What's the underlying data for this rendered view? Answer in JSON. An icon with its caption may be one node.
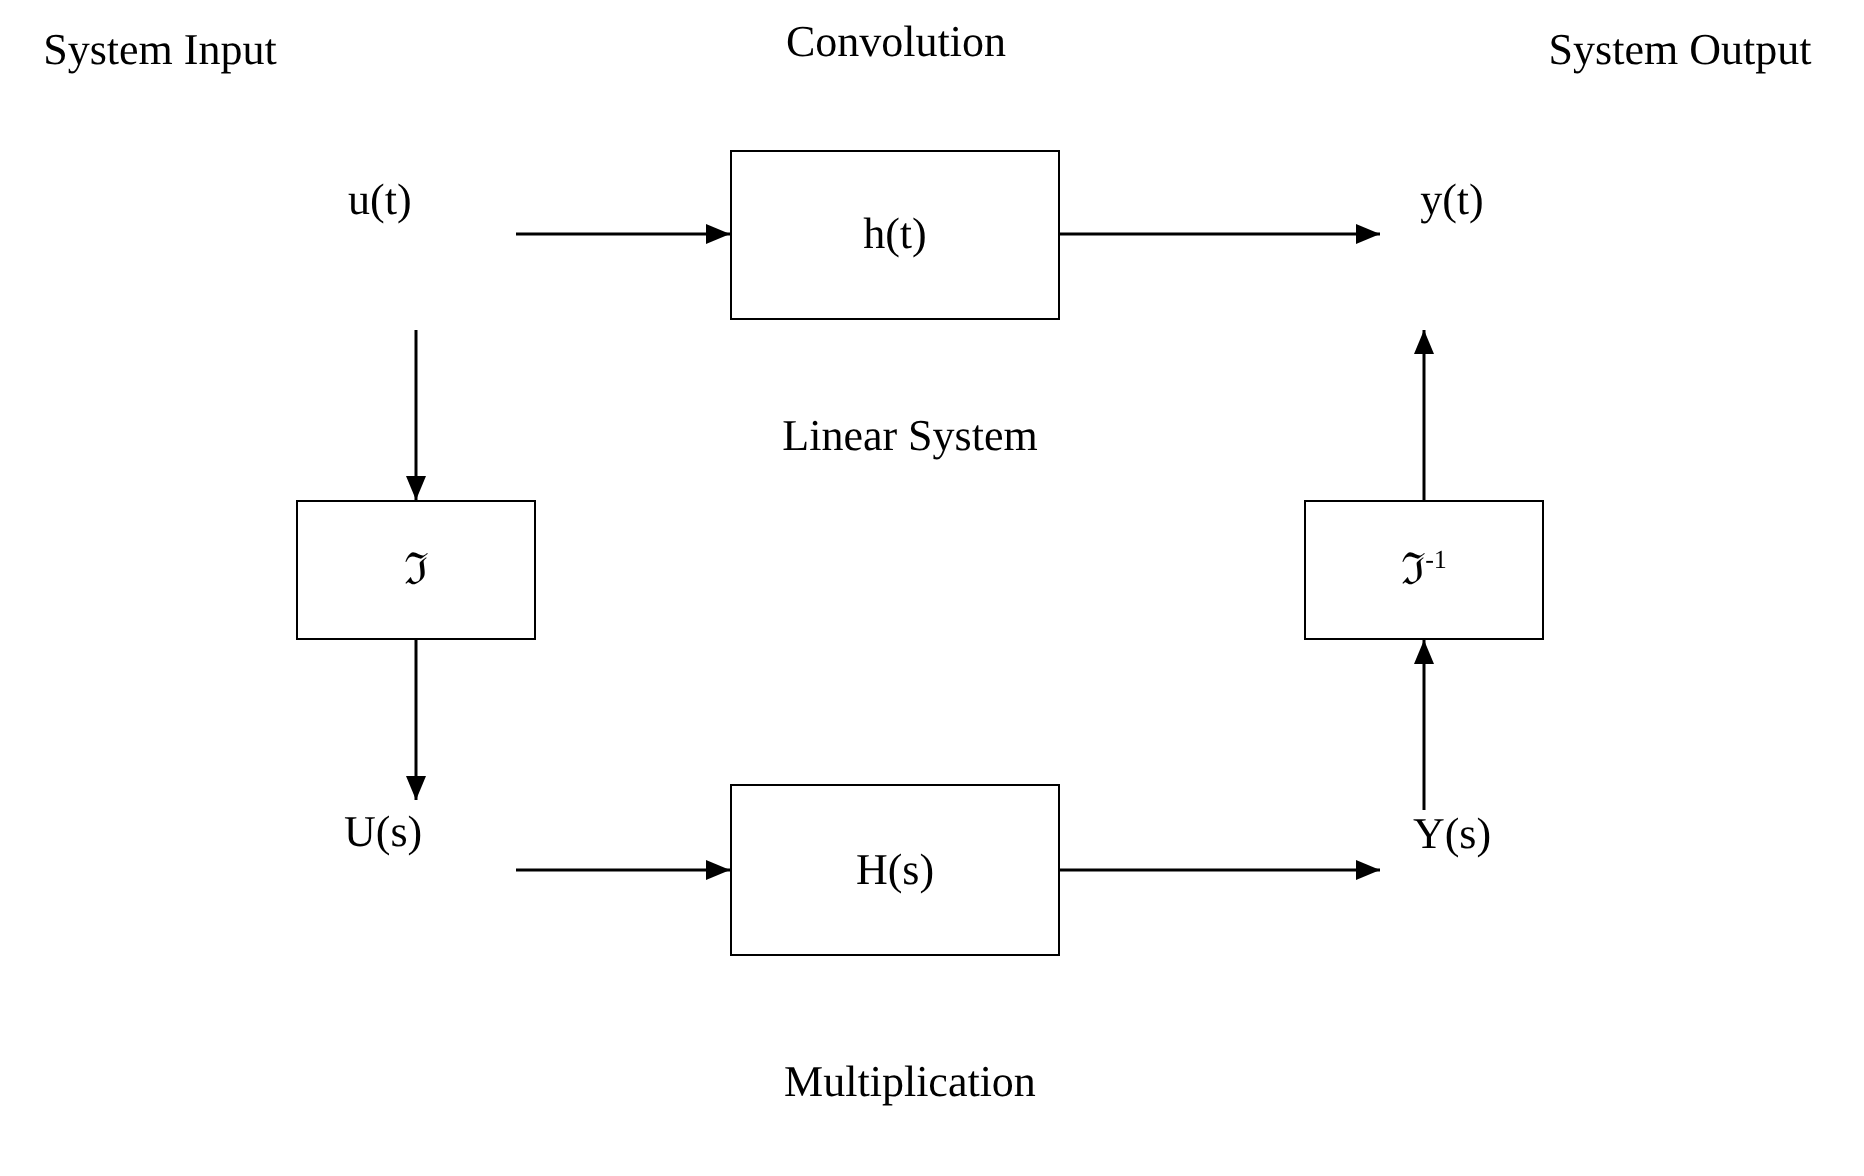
{
  "diagram": {
    "nodes": [
      {
        "text": [
          "u(t)"
        ]
      },
      {
        "text": [
          "h(t)"
        ],
        "beside": [
          "Linear System"
        ]
      },
      {
        "text": [
          "y(t)"
        ]
      },
      {
        "text": [
          "ℑ"
        ]
      },
      {
        "text": [
          "ℑ$^{-1}$"
        ]
      },
      {
        "text": [
          "U(s)"
        ]
      },
      {
        "text": [
          "H(s)"
        ]
      },
      {
        "text": [
          "Y(s)"
        ]
      }
    ],
    "edges": [
      {
        "from": 0,
        "to": 1,
        "arrow": "to"
      },
      {
        "from": 1,
        "to": 2,
        "arrow": "to"
      },
      {
        "from": 0,
        "to": 3,
        "arrow": "to"
      },
      {
        "from": 3,
        "to": 5,
        "arrow": "to"
      },
      {
        "from": 5,
        "to": 6,
        "arrow": "to"
      },
      {
        "from": 6,
        "to": 7,
        "arrow": "to"
      },
      {
        "from": 7,
        "to": 4,
        "arrow": "to"
      },
      {
        "from": 4,
        "to": 2,
        "arrow": "to"
      }
    ],
    "labels": [
      "System Input",
      "Convolution",
      "System Output",
      "Multiplication"
    ]
  }
}
